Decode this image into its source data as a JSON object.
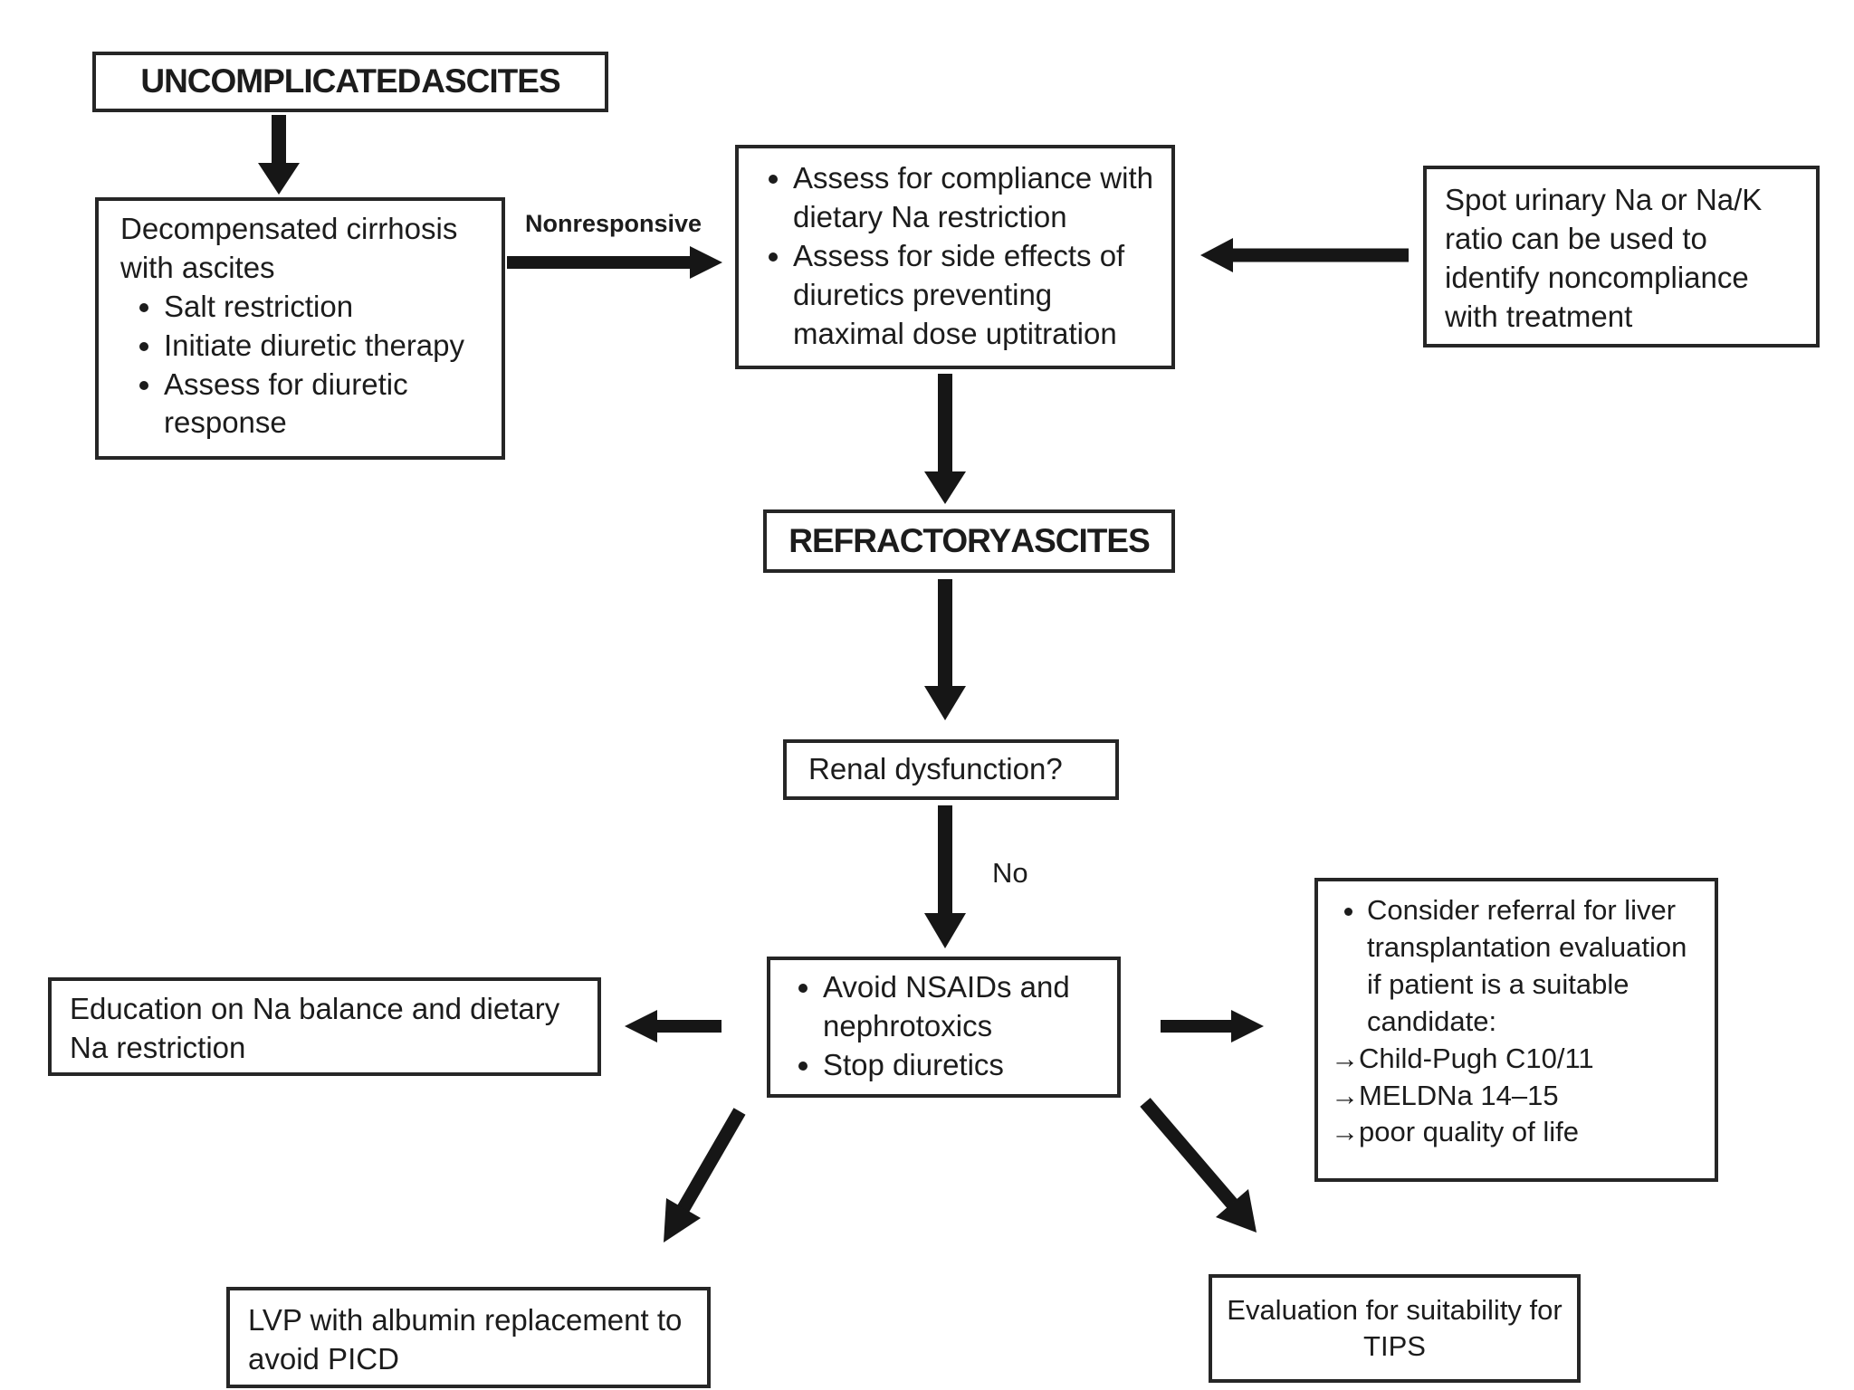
{
  "diagram_title": "Ascites management flowchart",
  "colors": {
    "ink": "#1c1c1c",
    "border": "#262626",
    "background": "#ffffff"
  },
  "nodes": {
    "uncomplicated": {
      "label": "UNCOMPLICATED ASCITES"
    },
    "decompensated": {
      "intro": "Decompensated cirrhosis with ascites",
      "items": [
        "Salt restriction",
        "Initiate diuretic therapy",
        "Assess for diuretic response"
      ]
    },
    "assess": {
      "items": [
        "Assess for compliance with dietary Na restriction",
        "Assess for side effects of diuretics preventing maximal dose uptitration"
      ]
    },
    "spot_urinary": {
      "text": "Spot urinary Na or Na/K ratio can be used to identify noncompliance with treatment"
    },
    "refractory": {
      "label": "REFRACTORY ASCITES"
    },
    "renal": {
      "label": "Renal dysfunction?"
    },
    "avoid": {
      "items": [
        "Avoid NSAIDs and nephrotoxics",
        "Stop diuretics"
      ]
    },
    "education": {
      "text": "Education on Na balance and dietary Na restriction"
    },
    "transplant": {
      "items": [
        "Consider referral for liver transplantation evaluation if patient is a suitable candidate:"
      ],
      "goals": [
        "→Child-Pugh C10/11",
        "→MELDNa 14–15",
        "→poor quality of life"
      ]
    },
    "lvp": {
      "text": "LVP with albumin replacement to avoid PICD"
    },
    "tips": {
      "text": "Evaluation for suitability for TIPS"
    }
  },
  "labels": {
    "nonresponsive": "Nonresponsive",
    "no": "No"
  }
}
